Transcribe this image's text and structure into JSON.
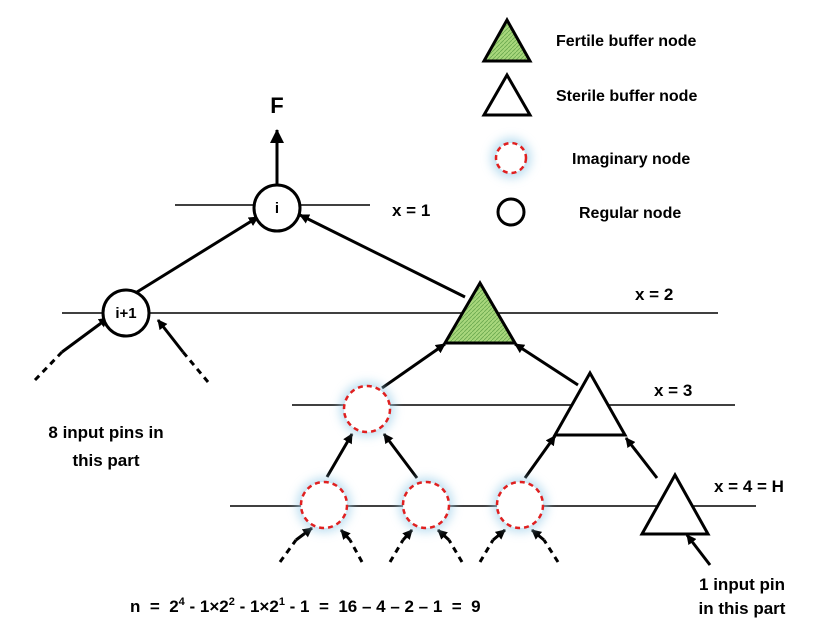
{
  "output_label": "F",
  "nodes": {
    "root_label": "i",
    "child_label": "i+1"
  },
  "levels": {
    "x1": "x = 1",
    "x2": "x = 2",
    "x3": "x = 3",
    "x4": "x = 4 = H"
  },
  "legend": {
    "fertile": "Fertile buffer node",
    "sterile": "Sterile buffer node",
    "imaginary": "Imaginary node",
    "regular": "Regular node"
  },
  "notes": {
    "left_line1": "8 input pins in",
    "left_line2": "this part",
    "right_line1": "1 input pin",
    "right_line2": "in this part"
  },
  "formula": {
    "prefix": "n  =  2",
    "exp1": "4",
    "part2": " - 1×2",
    "exp2": "2",
    "part3": " - 1×2",
    "exp3": "1",
    "suffix": " - 1  =  16 – 4 – 2 – 1  =  9"
  },
  "colors": {
    "fertile_fill": "#a8d77c",
    "imaginary_dash": "#e02020",
    "imaginary_glow": "#9fd0ea"
  }
}
